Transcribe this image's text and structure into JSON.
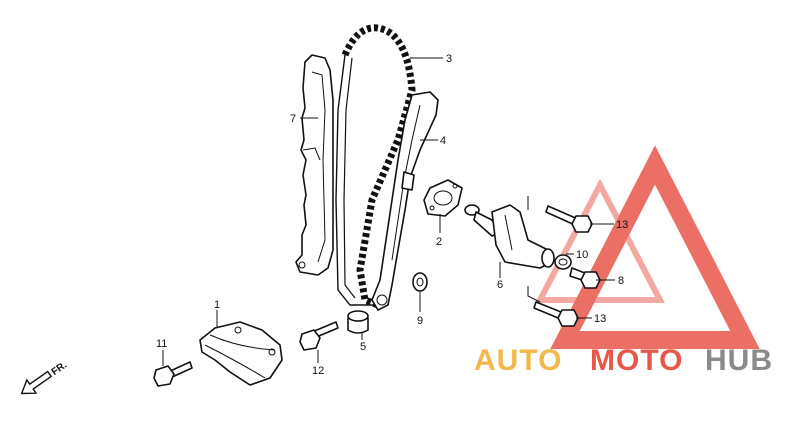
{
  "callouts": {
    "c1": "1",
    "c2": "2",
    "c3": "3",
    "c4": "4",
    "c5": "5",
    "c6": "6",
    "c7": "7",
    "c8": "8",
    "c9": "9",
    "c10": "10",
    "c11": "11",
    "c12": "12",
    "c13a": "13",
    "c13b": "13"
  },
  "direction_label": "FR.",
  "watermark": {
    "part1": "AUTO",
    "part2": "MOTO",
    "part3": "HUB",
    "colors": {
      "part1": "#f2b84a",
      "part2": "#e8574a",
      "part3": "#8a8a8a",
      "triangle": "#e8574a"
    }
  }
}
